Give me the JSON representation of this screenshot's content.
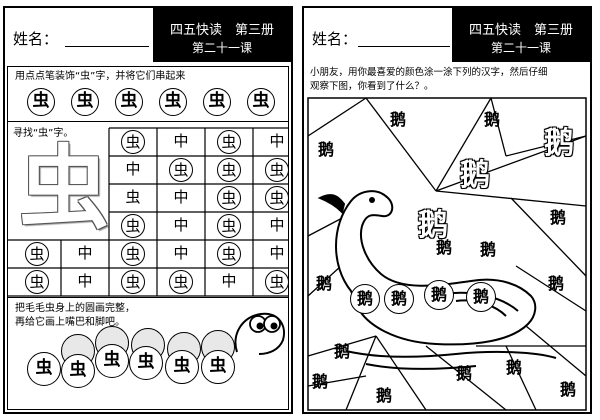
{
  "left": {
    "name_label": "姓名：",
    "header_title": "四五快读　第三册",
    "header_lesson": "第二十一课",
    "instruction_decorate": "用点点笔装饰“虫”字，并将它们串起来",
    "decorate_chars": [
      "虫",
      "虫",
      "虫",
      "虫",
      "虫",
      "虫"
    ],
    "instruction_find": "寻找“虫”字。",
    "big_char": "虫",
    "grid_rows": [
      [
        "虫",
        "中",
        "虫",
        "中"
      ],
      [
        "中",
        "虫",
        "虫",
        "虫"
      ],
      [
        "虫",
        "中",
        "虫",
        "虫"
      ],
      [
        "虫",
        "中",
        "虫",
        "中"
      ],
      [
        "虫",
        "中",
        "虫",
        "中",
        "虫",
        "中"
      ],
      [
        "虫",
        "中",
        "虫",
        "虫",
        "中",
        "虫"
      ]
    ],
    "instruction_caterpillar_1": "把毛毛虫身上的圆画完整，",
    "instruction_caterpillar_2": "再给它画上嘴巴和脚吧。",
    "caterpillar_chars": [
      "虫",
      "虫",
      "虫",
      "虫",
      "虫",
      "虫"
    ]
  },
  "right": {
    "name_label": "姓名：",
    "header_title": "四五快读　第三册",
    "header_lesson": "第二十一课",
    "instruction_1": "小朋友，用你最喜爱的颜色涂一涂下列的汉字，然后仔细",
    "instruction_2": "观察下图，你看到了什么？。",
    "swan_chars": [
      "鹅",
      "鹅",
      "鹅",
      "鹅"
    ],
    "scatter_chars": [
      "鹅",
      "鹅",
      "鹅",
      "鹅",
      "鹅",
      "鹅",
      "鹅",
      "鹅",
      "鹅",
      "鹅",
      "鹅",
      "鹅",
      "鹅",
      "鹅"
    ],
    "big_chars": [
      "鹅",
      "鹅",
      "鹅"
    ]
  }
}
